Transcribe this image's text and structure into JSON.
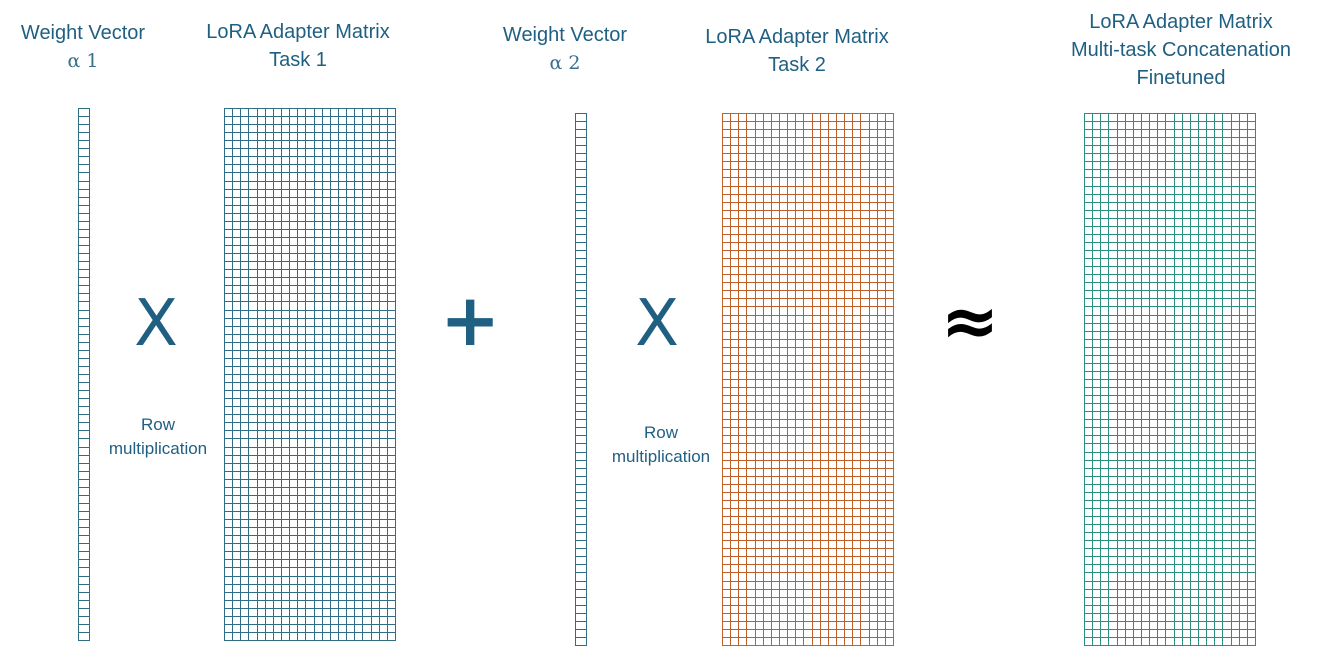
{
  "labels": {
    "weight_vector_1": {
      "title": "Weight Vector",
      "sub": "α 1"
    },
    "adapter_task_1": {
      "line1": "LoRA Adapter Matrix",
      "line2": "Task 1"
    },
    "weight_vector_2": {
      "title": "Weight Vector",
      "sub": "α 2"
    },
    "adapter_task_2": {
      "line1": "LoRA Adapter Matrix",
      "line2": "Task 2"
    },
    "adapter_finetuned": {
      "line1": "LoRA Adapter Matrix",
      "line2": "Multi-task Concatenation",
      "line3": "Finetuned"
    }
  },
  "operators": {
    "multiply_1": "X",
    "plus": "+",
    "multiply_2": "X",
    "approx": "≈"
  },
  "notes": {
    "row_mult_1": {
      "line1": "Row",
      "line2": "multiplication"
    },
    "row_mult_2": {
      "line1": "Row",
      "line2": "multiplication"
    }
  },
  "colors": {
    "text": "#1f5f82",
    "weight_vector_grid": "#2f6f86",
    "task1_grid": "#2f6f86",
    "task2_grid": "#c0602a",
    "finetuned_grid": "#2a8f80"
  }
}
